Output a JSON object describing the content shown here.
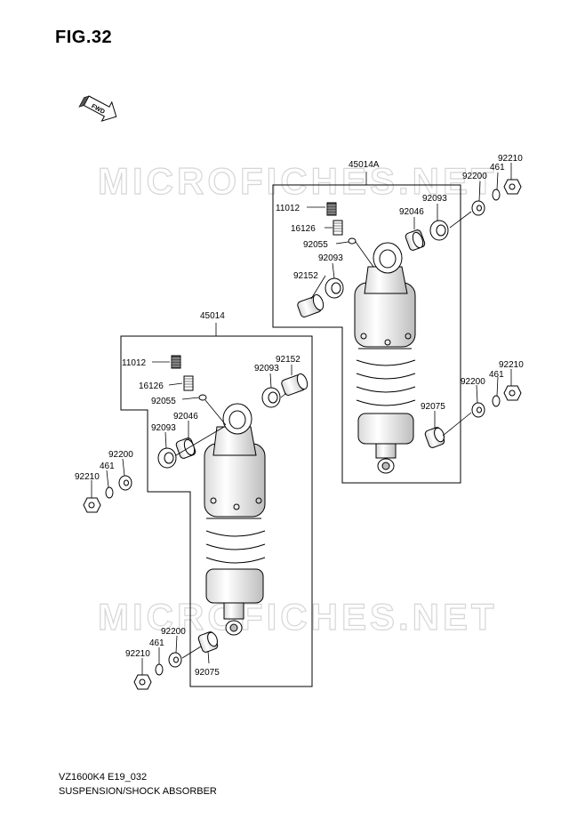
{
  "figure": {
    "title": "FIG.32",
    "fwd_label": "FWD"
  },
  "watermark": "MICROFICHES.NET",
  "footer": {
    "code": "VZ1600K4 E19_032",
    "title": "SUSPENSION/SHOCK ABSORBER"
  },
  "assemblies": {
    "right": {
      "number": "45014A",
      "parts": {
        "p11012": "11012",
        "p16126": "16126",
        "p92055": "92055",
        "p92093a": "92093",
        "p92152": "92152",
        "p92046": "92046",
        "p92093b": "92093",
        "p92200a": "92200",
        "p461a": "461",
        "p92210a": "92210",
        "p92200b": "92200",
        "p461b": "461",
        "p92210b": "92210",
        "p92075": "92075"
      }
    },
    "left": {
      "number": "45014",
      "parts": {
        "p11012": "11012",
        "p92152": "92152",
        "p92093a": "92093",
        "p16126": "16126",
        "p92055": "92055",
        "p92046": "92046",
        "p92093b": "92093",
        "p92200a": "92200",
        "p461a": "461",
        "p92210a": "92210",
        "p92200b": "92200",
        "p461b": "461",
        "p92210b": "92210",
        "p92075": "92075"
      }
    }
  },
  "colors": {
    "part_fill": "#f3f3f3",
    "outline": "#000000",
    "watermark": "#d6d6d6"
  }
}
